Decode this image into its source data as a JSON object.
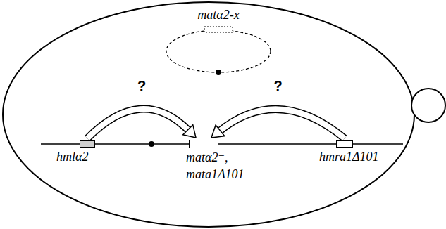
{
  "diagram": {
    "nodes": [
      {
        "text": [
          "matα2-x"
        ]
      },
      {
        "text": [
          "hmlα2⁻"
        ]
      },
      {
        "text": [
          "matα2⁻,",
          "mata1Δ101"
        ]
      },
      {
        "text": [
          "hmra1Δ101"
        ]
      }
    ],
    "edges": [
      {
        "from": 1,
        "to": 2,
        "arrow": "to",
        "label": "?"
      },
      {
        "from": 3,
        "to": 2,
        "arrow": "to",
        "label": "?"
      }
    ]
  }
}
